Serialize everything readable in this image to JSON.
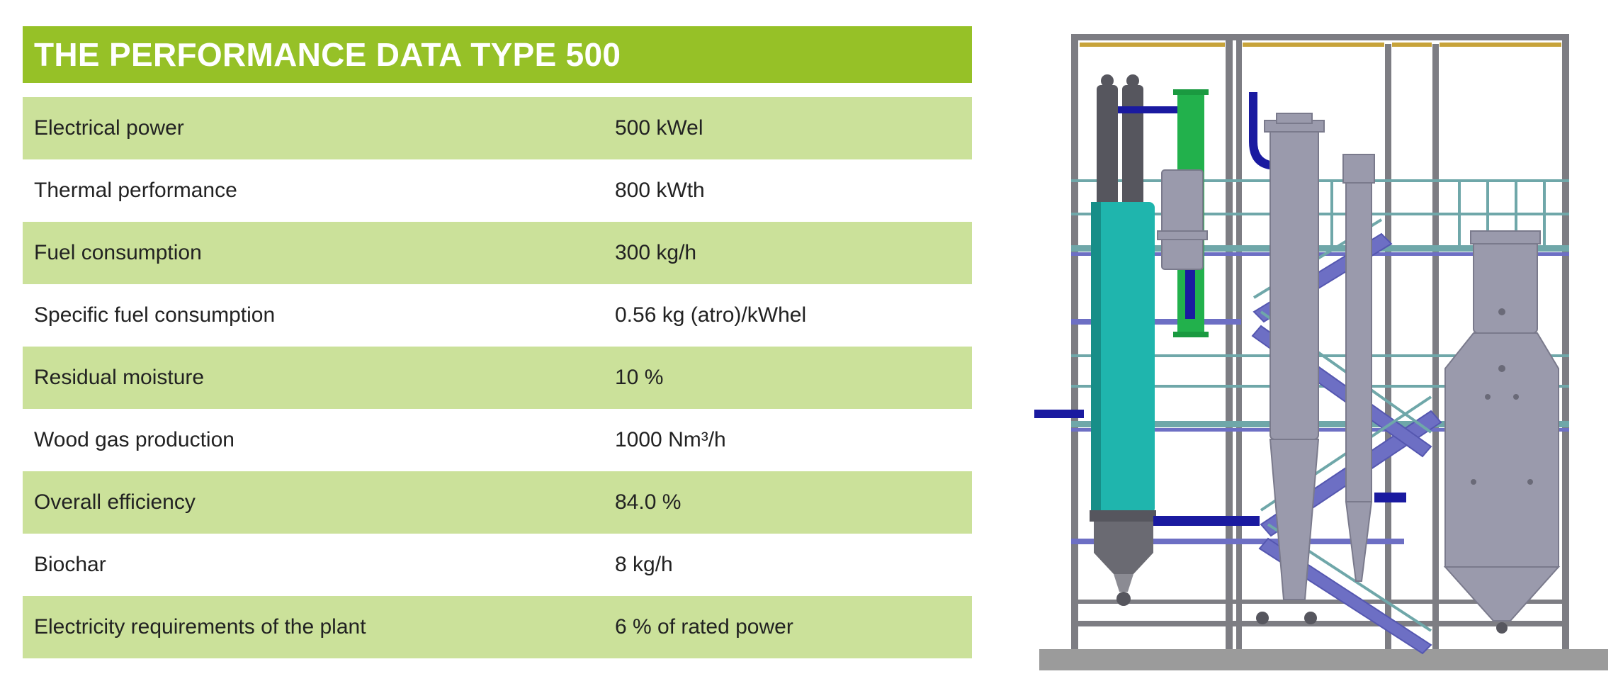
{
  "spec_table": {
    "title": "THE PERFORMANCE DATA TYPE 500",
    "rows": [
      {
        "label": "Electrical power",
        "value": "500 kWel"
      },
      {
        "label": "Thermal performance",
        "value": "800 kWth"
      },
      {
        "label": "Fuel consumption",
        "value": "300 kg/h"
      },
      {
        "label": "Specific fuel consumption",
        "value": "0.56 kg (atro)/kWhel"
      },
      {
        "label": "Residual moisture",
        "value": "10 %"
      },
      {
        "label": "Wood gas production",
        "value": "1000 Nm³/h"
      },
      {
        "label": "Overall efficiency",
        "value": "84.0 %"
      },
      {
        "label": "Biochar",
        "value": "8 kg/h"
      },
      {
        "label": "Electricity requirements of the plant",
        "value": "6 % of rated power"
      }
    ]
  },
  "colors": {
    "header_green": "#96c127",
    "row_green": "#cbe19a",
    "frame_grey": "#7d7d83",
    "column_cyan": "#1fb5ad",
    "pipe_green": "#22b14c",
    "pipe_blue": "#1a1aa0",
    "stair_blue": "#6d6fc4",
    "railing_teal": "#6fa7a9",
    "vessel_grey": "#9a9aac"
  }
}
